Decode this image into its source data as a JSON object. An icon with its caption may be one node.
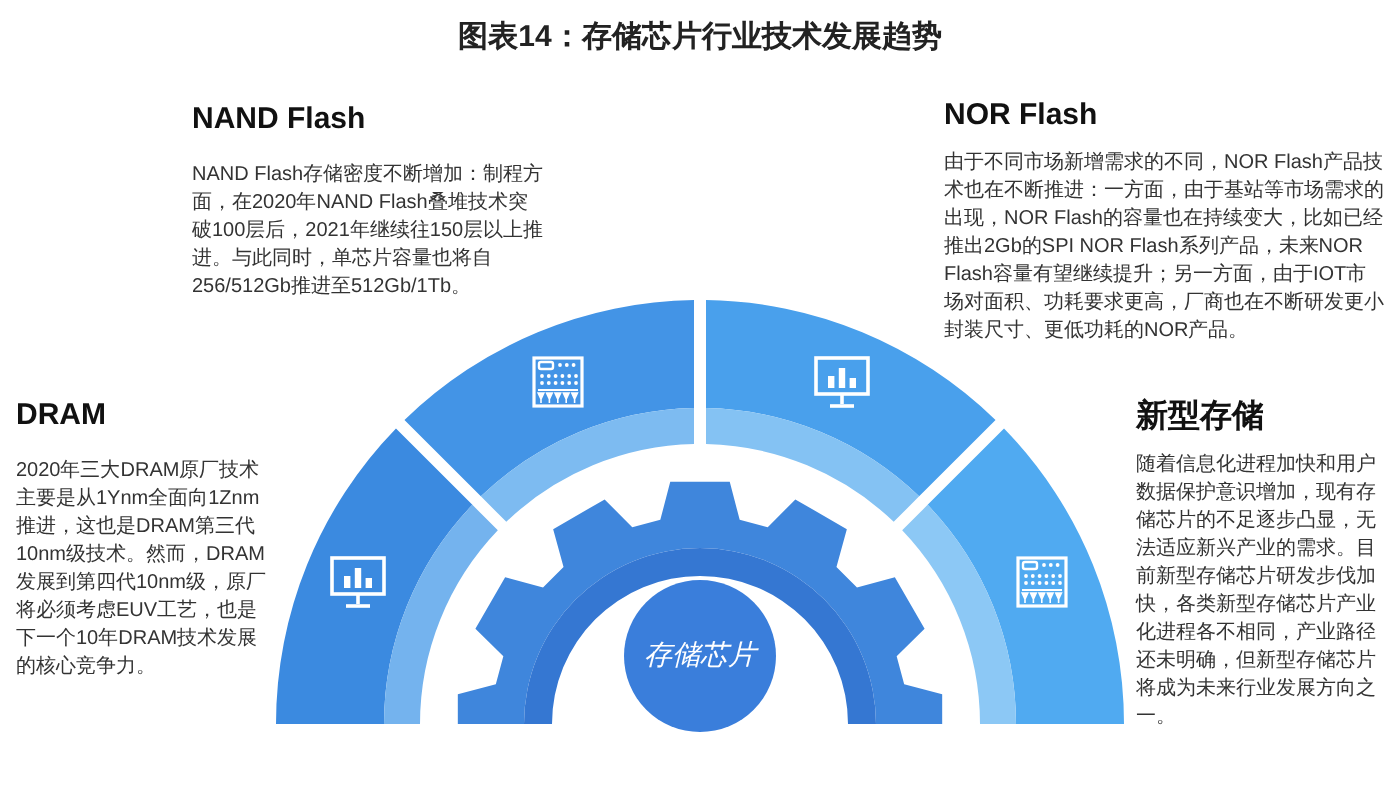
{
  "diagram": {
    "title": "图表14：存储芯片行业技术发展趋势",
    "nodes": [
      {
        "text": [],
        "shape": "sector",
        "beside": [
          "DRAM",
          "2020年三大DRAM原厂技术主要是从1Ynm全面向1Znm推进，这也是DRAM第三代10nm级技术。然而，DRAM发展到第四代10nm级，原厂将必须考虑EUV工艺，也是下一个10年DRAM技术发展的核心竞争力。"
        ]
      },
      {
        "text": [],
        "shape": "sector",
        "beside": [
          "NAND Flash",
          "NAND Flash存储密度不断增加：制程方面，在2020年NAND Flash叠堆技术突破100层后，2021年继续往150层以上推进。与此同时，单芯片容量也将自256/512Gb推进至512Gb/1Tb。"
        ]
      },
      {
        "text": [],
        "shape": "sector",
        "beside": [
          "NOR Flash",
          "由于不同市场新增需求的不同，NOR Flash产品技术也在不断推进：一方面，由于基站等市场需求的出现，NOR Flash的容量也在持续变大，比如已经推出2Gb的SPI NOR Flash系列产品，未来NOR Flash容量有望继续提升；另一方面，由于IOT市场对面积、功耗要求更高，厂商也在不断研发更小封装尺寸、更低功耗的NOR产品。"
        ]
      },
      {
        "text": [],
        "shape": "sector",
        "beside": [
          "新型存储",
          "随着信息化进程加快和用户数据保护意识增加，现有存储芯片的不足逐步凸显，无法适应新兴产业的需求。目前新型存储芯片研发步伐加快，各类新型存储芯片产业化进程各不相同，产业路径还未明确，但新型存储芯片将成为未来行业发展方向之一。"
        ]
      },
      {
        "text": [
          "存储芯片"
        ]
      }
    ]
  }
}
